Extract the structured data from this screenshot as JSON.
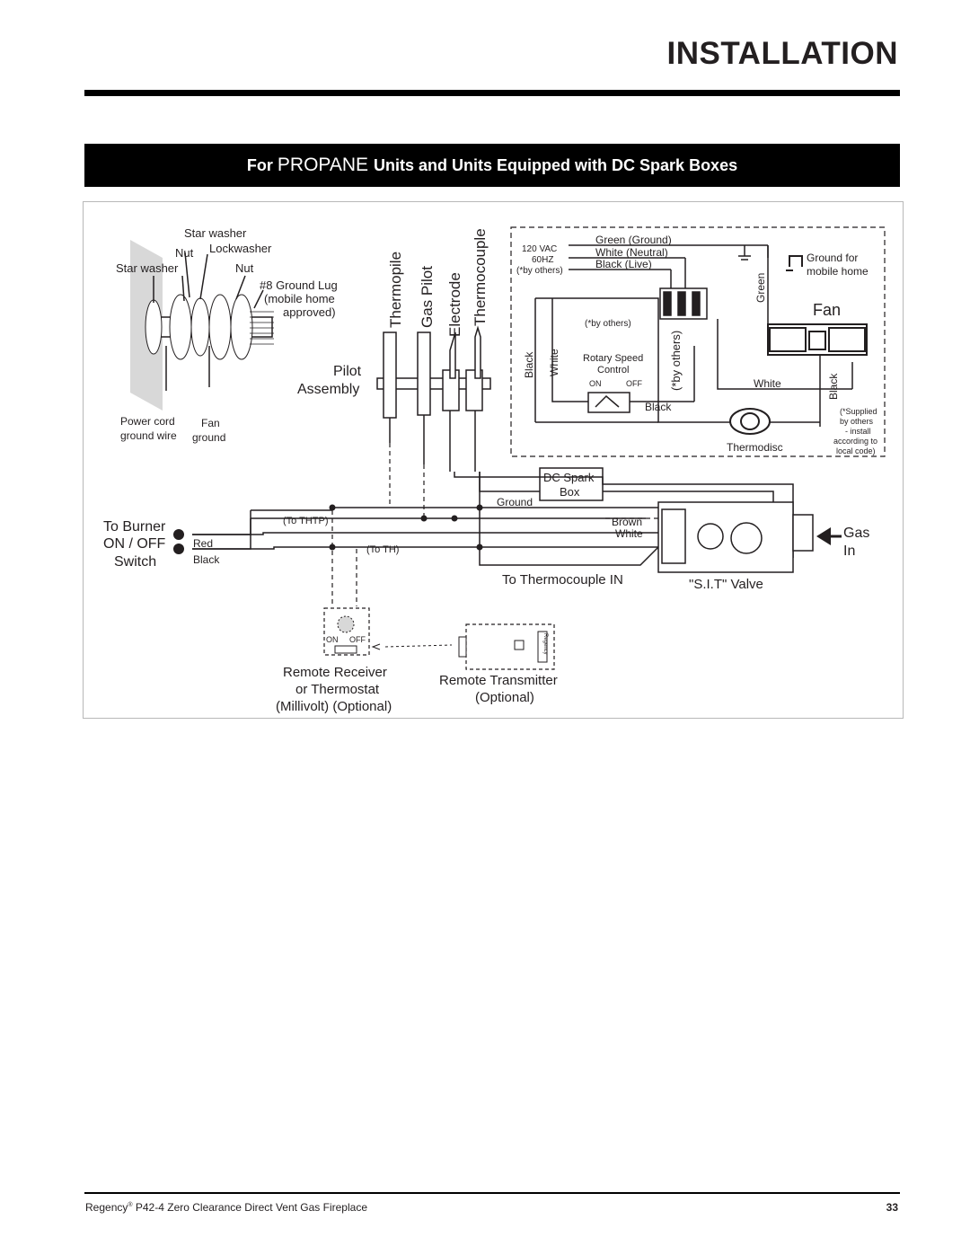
{
  "header": {
    "title": "INSTALLATION"
  },
  "banner": {
    "prefix": "For",
    "highlight": "PROPANE",
    "rest": "Units and Units Equipped with DC Spark Boxes"
  },
  "diagram": {
    "ground_lug": {
      "star_washer_top": "Star washer",
      "nut_top": "Nut",
      "lockwasher": "Lockwasher",
      "star_washer_left": "Star washer",
      "nut_right": "Nut",
      "lug_line1": "#8 Ground Lug",
      "lug_line2": "(mobile home",
      "lug_line3": "approved)",
      "power_cord_1": "Power cord",
      "power_cord_2": "ground wire",
      "fan_ground_1": "Fan",
      "fan_ground_2": "ground"
    },
    "pilot": {
      "thermopile": "Thermopile",
      "gas_pilot": "Gas Pilot",
      "electrode": "Electrode",
      "thermocouple": "Thermocouple",
      "assembly_1": "Pilot",
      "assembly_2": "Assembly"
    },
    "power": {
      "vac": "120 VAC",
      "hz": "60HZ",
      "by_others": "(*by others)",
      "green_ground": "Green (Ground)",
      "white_neutral": "White (Neutral)",
      "black_live": "Black (Live)",
      "ground_mobile_1": "Ground for",
      "ground_mobile_2": "mobile home",
      "green": "Green",
      "fan": "Fan",
      "by_others_small": "(*by others)",
      "black": "Black",
      "white": "White",
      "speed_1": "Rotary Speed",
      "speed_2": "Control",
      "on": "ON",
      "off": "OFF",
      "by_others_vert": "(*by others)",
      "white_right": "White",
      "black_right": "Black",
      "black_bottom": "Black",
      "thermodisc": "Thermodisc",
      "supplied": [
        "(*Supplied",
        "by others",
        "- install",
        "according to",
        "local code)"
      ]
    },
    "spark": {
      "box_1": "DC Spark",
      "box_2": "Box",
      "ground": "Ground"
    },
    "burner": {
      "to_burner": "To Burner",
      "on_off": "ON / OFF",
      "switch": "Switch",
      "red": "Red",
      "black": "Black",
      "to_thtp": "(To THTP)",
      "to_th": "(To TH)"
    },
    "valve": {
      "brown": "Brown",
      "white": "White",
      "to_thermocouple": "To Thermocouple IN",
      "sit_valve": "\"S.I.T\" Valve",
      "gas": "Gas",
      "in": "In"
    },
    "remote": {
      "on": "ON",
      "off": "OFF",
      "receiver_1": "Remote Receiver",
      "receiver_2": "or Thermostat",
      "receiver_3": "(Millivolt) (Optional)",
      "transmitter_1": "Remote Transmitter",
      "transmitter_2": "(Optional)",
      "brand": "Regency"
    }
  },
  "footer": {
    "brand": "Regency",
    "reg": "®",
    "text": " P42-4 Zero Clearance Direct Vent Gas Fireplace",
    "page": "33"
  }
}
